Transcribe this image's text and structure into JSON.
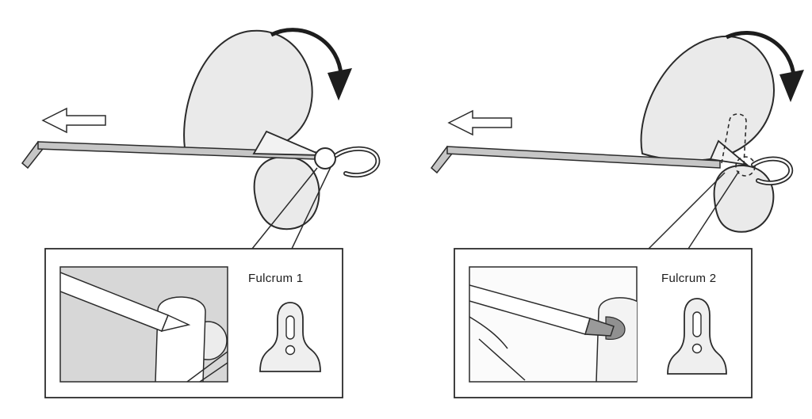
{
  "figure": {
    "panels": [
      {
        "id": "fulcrum-1",
        "fulcrum_label": "Fulcrum 1"
      },
      {
        "id": "fulcrum-2",
        "fulcrum_label": "Fulcrum 2"
      }
    ]
  },
  "colors": {
    "line": "#2b2b2b",
    "body_fill": "#eaeaea",
    "tool_fill": "#c6c6c6",
    "inset_background_left": "#d7d7d7",
    "inset_background_right": "#fbfbfb",
    "seated_tip_fill": "#909090",
    "page_background": "#ffffff"
  },
  "icons": {
    "rotation_arrow": "curved-rotation-arrow",
    "direction_arrow": "left-outline-arrow",
    "bracket": "fulcrum-bracket-keyhole"
  }
}
